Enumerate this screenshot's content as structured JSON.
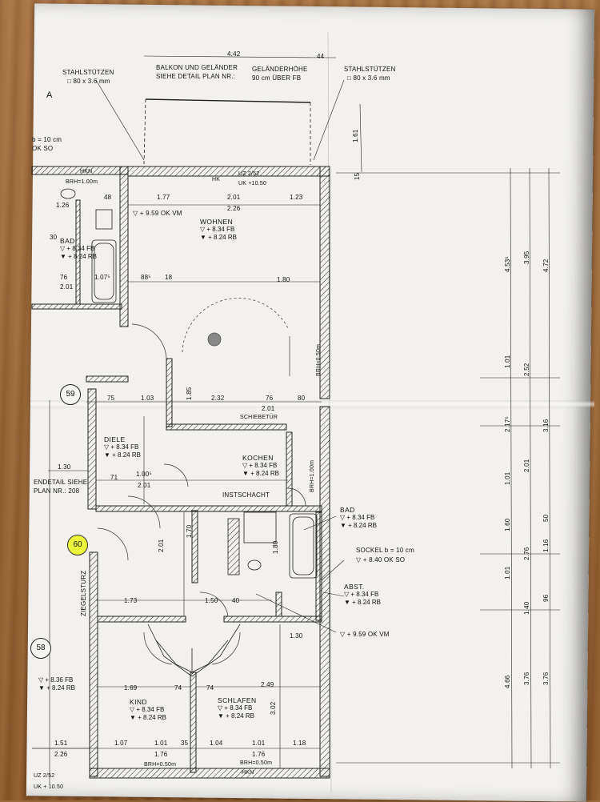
{
  "header": {
    "stahlstuetzen_left": "STAHLSTÜTZEN",
    "stahlstuetzen_left_dim": "□ 80 x 3.6 mm",
    "stahlstuetzen_right": "STAHLSTÜTZEN",
    "stahlstuetzen_right_dim": "□ 80 x 3.6 mm",
    "balkon_line1": "BALKON UND GELÄNDER",
    "balkon_line2": "SIEHE DETAIL PLAN NR.:",
    "gelaender_line1": "GELÄNDERHÖHE",
    "gelaender_line2": "90 cm ÜBER FB",
    "section_marker": "A",
    "top_dim_main": "4.42",
    "top_dim_small": "44",
    "right_dim_balcony": "1.61",
    "right_dim_wall": "15"
  },
  "markers": {
    "m59": "59",
    "m60": "60",
    "m58": "58"
  },
  "rooms": {
    "wohnen": {
      "name": "WOHNEN",
      "fb": "▽ + 8.34 FB",
      "rb": "▼ + 8.24 RB"
    },
    "bad_left": {
      "name": "BAD",
      "fb": "▽ + 8.34 FB",
      "rb": "▼ + 8.24 RB"
    },
    "diele": {
      "name": "DIELE",
      "fb": "▽ + 8.34 FB",
      "rb": "▼ + 8.24 RB"
    },
    "kochen": {
      "name": "KOCHEN",
      "fb": "▽ + 8.34 FB",
      "rb": "▼ + 8.24 RB"
    },
    "bad_right": {
      "name": "BAD",
      "fb": "▽ + 8.34 FB",
      "rb": "▼ + 8.24 RB"
    },
    "abst": {
      "name": "ABST.",
      "fb": "▽ + 8.34 FB",
      "rb": "▼ + 8.24 RB"
    },
    "kind": {
      "name": "KIND",
      "fb": "▽ + 8.34 FB",
      "rb": "▼ + 8.24 RB"
    },
    "schlafen": {
      "name": "SCHLAFEN",
      "fb": "▽ + 8.34 FB",
      "rb": "▼ + 8.24 RB"
    },
    "left_ext": {
      "fb": "▽ + 8.36 FB",
      "rb": "▼ + 8.24 RB"
    }
  },
  "notes": {
    "hkn_top": "HKN",
    "brh_top": "BRH=1.00m",
    "hk": "HK",
    "uz": "UZ 2/52",
    "uk": "UK +10.50",
    "ok_vm_top": "▽ + 9.59 OK VM",
    "ok_vm_right": "▽ + 9.59 OK VM",
    "b10": "b = 10 cm",
    "ok_so": "OK SO",
    "schiebetuer": "SCHIEBETÜR",
    "installschacht": "INSTSCHACHT",
    "brh_050": "BRH=0.50m",
    "brh_100": "BRH=1.00m",
    "sockel_line1": "SOCKEL b = 10 cm",
    "sockel_line2": "▽ + 8.40 OK SO",
    "ziegelsturz": "ZIEGELSTURZ",
    "detail_line1": "ENDETAIL SIEHE",
    "detail_line2": "PLAN NR.: 208",
    "brh_bottom": "BRH=0.50m",
    "hkn_bottom": "HKN",
    "uz_bottom": "UZ 2/52",
    "uk_bottom": "UK + 10.50"
  },
  "dims": {
    "d_177": "1.77",
    "d_201": "2.01",
    "d_226": "2.26",
    "d_123": "1.23",
    "d_180": "1.80",
    "d_48": "48",
    "d_126": "1.26",
    "d_30": "30",
    "d_76": "76",
    "d_201b": "2.01",
    "d_107": "1.07⁵",
    "d_88": "88⁵",
    "d_18": "18",
    "d_75": "75",
    "d_103": "1.03",
    "d_232": "2.32",
    "d_76b": "76",
    "d_201c": "2.01",
    "d_80": "80",
    "d_130": "1.30",
    "d_71": "71",
    "d_100": "1.00⁵",
    "d_201d": "2.01",
    "d_173": "1.73",
    "d_150": "1.50",
    "d_40": "40",
    "d_130b": "1.30",
    "d_169": "1.69",
    "d_74": "74",
    "d_74b": "74",
    "d_249": "2.49",
    "d_151": "1.51",
    "d_226b": "2.26",
    "d_107b": "1.07",
    "d_101": "1.01",
    "d_176": "1.76",
    "d_104": "1.04",
    "d_101b": "1.01",
    "d_176b": "1.76",
    "d_118": "1.18",
    "d_35": "35",
    "d_302": "3.02",
    "d_185": "1.85",
    "d_170": "1.70",
    "d_180b": "1.80",
    "r_453": "4.53⁵",
    "r_395": "3.95",
    "r_472": "4.72",
    "r_101": "1.01",
    "r_252": "2.52",
    "r_217": "2.17⁵",
    "r_316": "3.16",
    "r_201": "2.01",
    "r_160": "1.60",
    "r_276": "2.76",
    "r_116": "1.16",
    "r_101b": "1.01",
    "r_140": "1.40",
    "r_96": "96",
    "r_466": "4.66",
    "r_376": "3.76",
    "r_376b": "3.76",
    "r_50": "50"
  }
}
